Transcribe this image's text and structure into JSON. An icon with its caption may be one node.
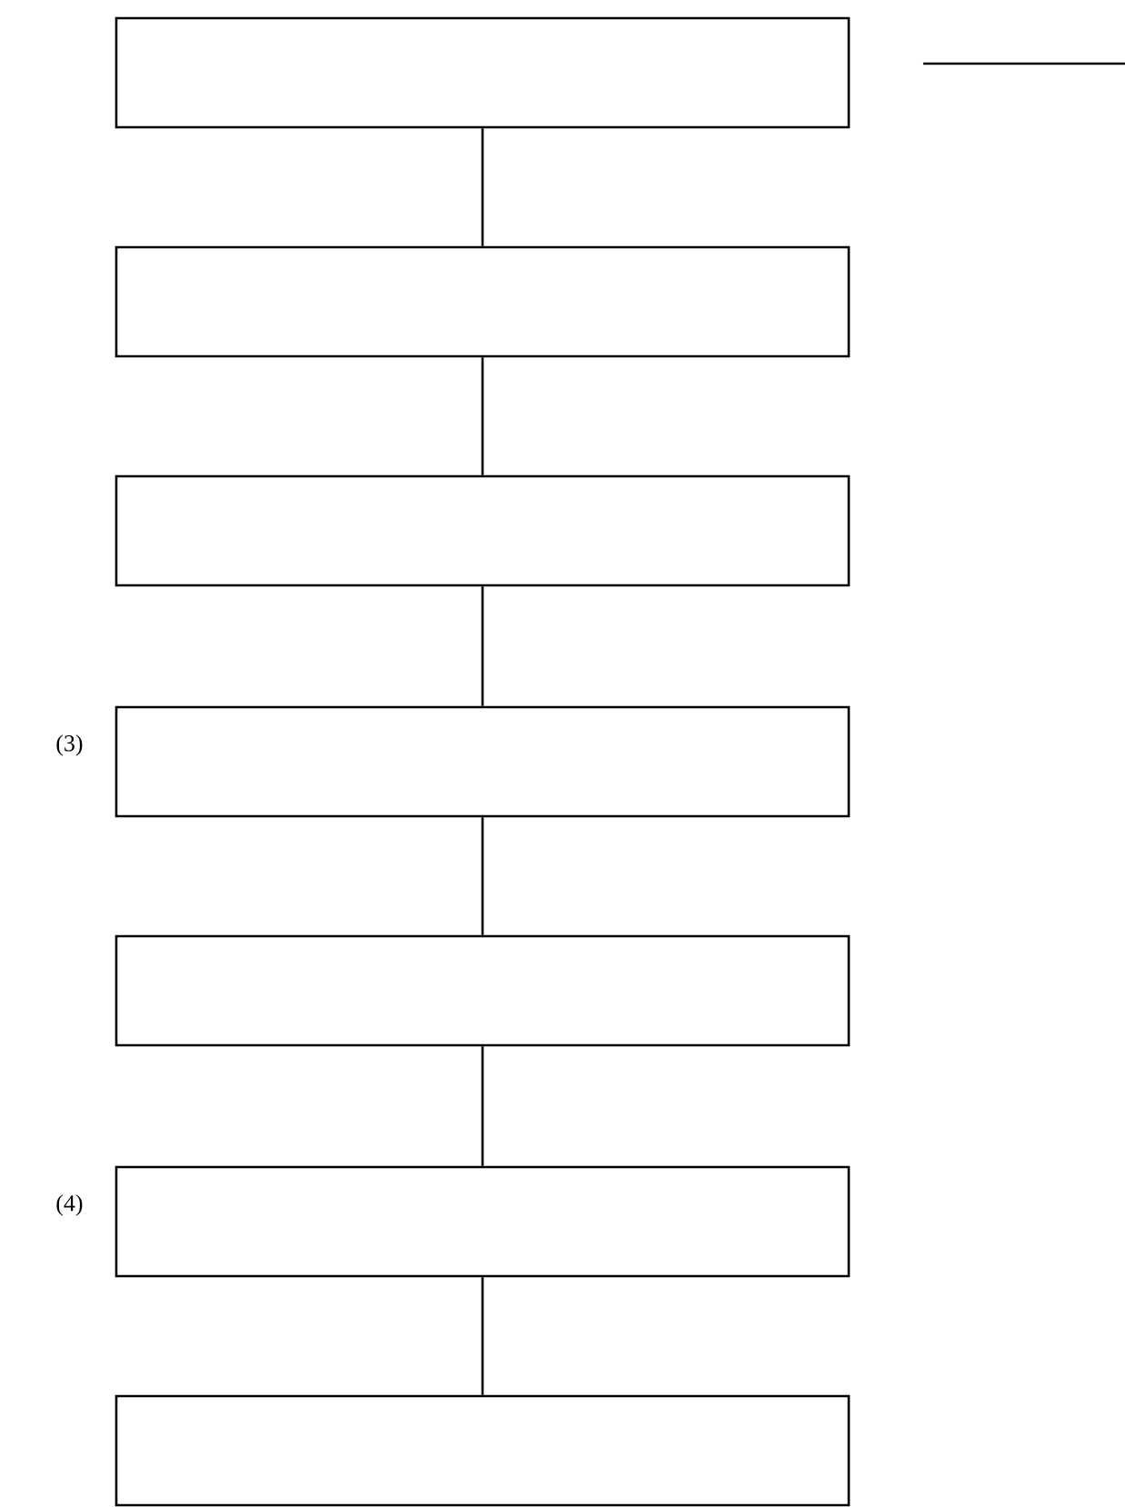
{
  "diagram": {
    "nodes": [
      {
        "text": [],
        "shape": "box"
      },
      {
        "text": [],
        "shape": "box"
      },
      {
        "text": [],
        "shape": "box"
      },
      {
        "text": [],
        "shape": "box",
        "beside": [
          "(3)"
        ]
      },
      {
        "text": [],
        "shape": "box"
      },
      {
        "text": [],
        "shape": "box",
        "beside": [
          "(4)"
        ]
      },
      {
        "text": [],
        "shape": "box"
      }
    ],
    "edges": [
      {
        "from": 0,
        "to": 1,
        "arrow": "none"
      },
      {
        "from": 1,
        "to": 2,
        "arrow": "none"
      },
      {
        "from": 2,
        "to": 3,
        "arrow": "none"
      },
      {
        "from": 3,
        "to": 4,
        "arrow": "none"
      },
      {
        "from": 4,
        "to": 5,
        "arrow": "none"
      },
      {
        "from": 5,
        "to": 6,
        "arrow": "none"
      }
    ]
  }
}
